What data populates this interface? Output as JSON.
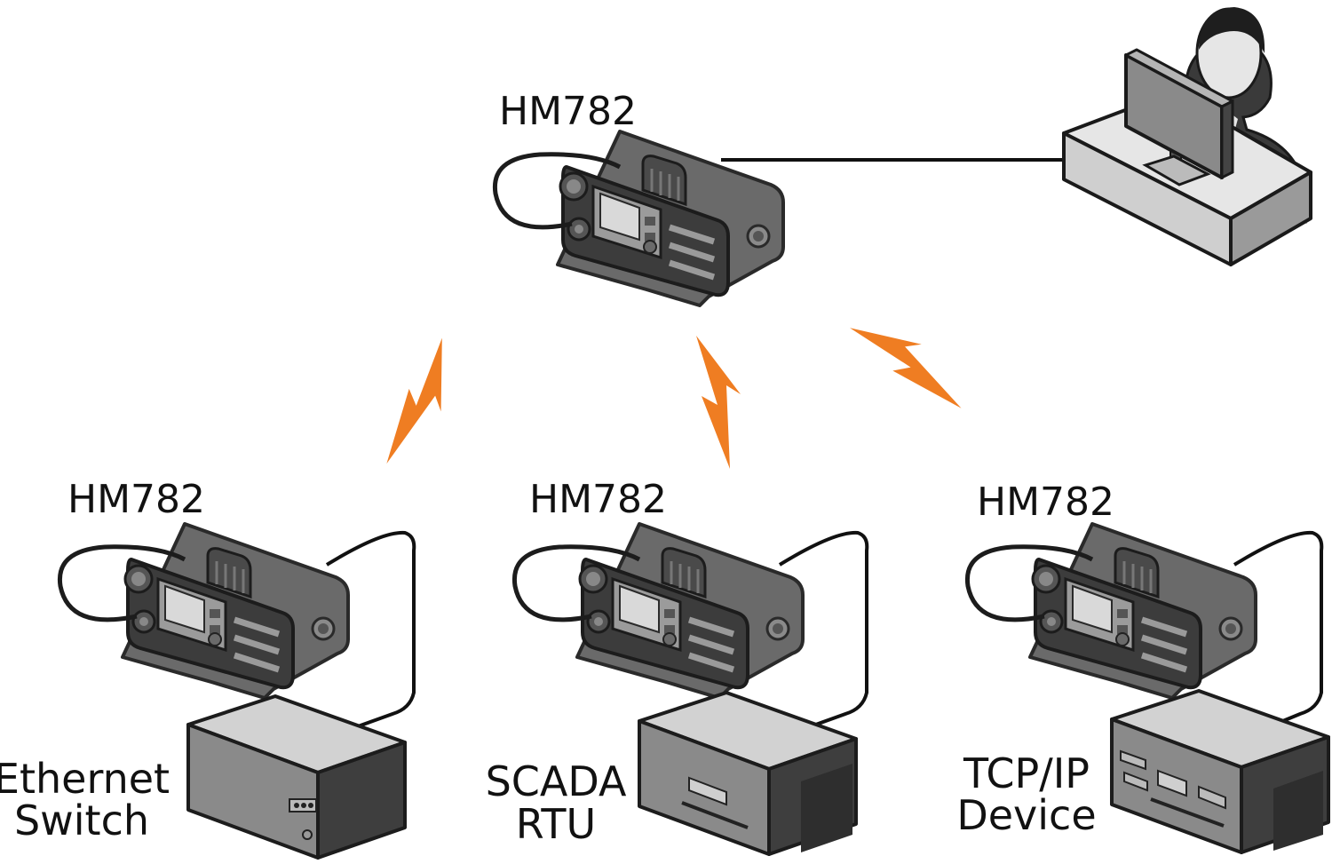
{
  "colors": {
    "bolt": "#ef7d22",
    "radio_body": "#6c6c6c",
    "radio_dark": "#3a3a3a",
    "box_top": "#d2d2d2",
    "box_front": "#8a8a8a",
    "box_side": "#3e3e3e",
    "wire": "#111111"
  },
  "nodes": {
    "base_radio": {
      "label": "HM782",
      "icon": "radio-icon"
    },
    "operator": {
      "icon": "operator-workstation-icon"
    },
    "remote1": {
      "radio_label": "HM782",
      "device_line1": "Ethernet",
      "device_line2": "Switch",
      "icon": "ethernet-switch-icon"
    },
    "remote2": {
      "radio_label": "HM782",
      "device_line1": "SCADA",
      "device_line2": "RTU",
      "icon": "scada-rtu-icon"
    },
    "remote3": {
      "radio_label": "HM782",
      "device_line1": "TCP/IP",
      "device_line2": "Device",
      "icon": "tcpip-device-icon"
    }
  },
  "links": [
    "wireless-link-icon",
    "wireless-link-icon",
    "wireless-link-icon"
  ]
}
